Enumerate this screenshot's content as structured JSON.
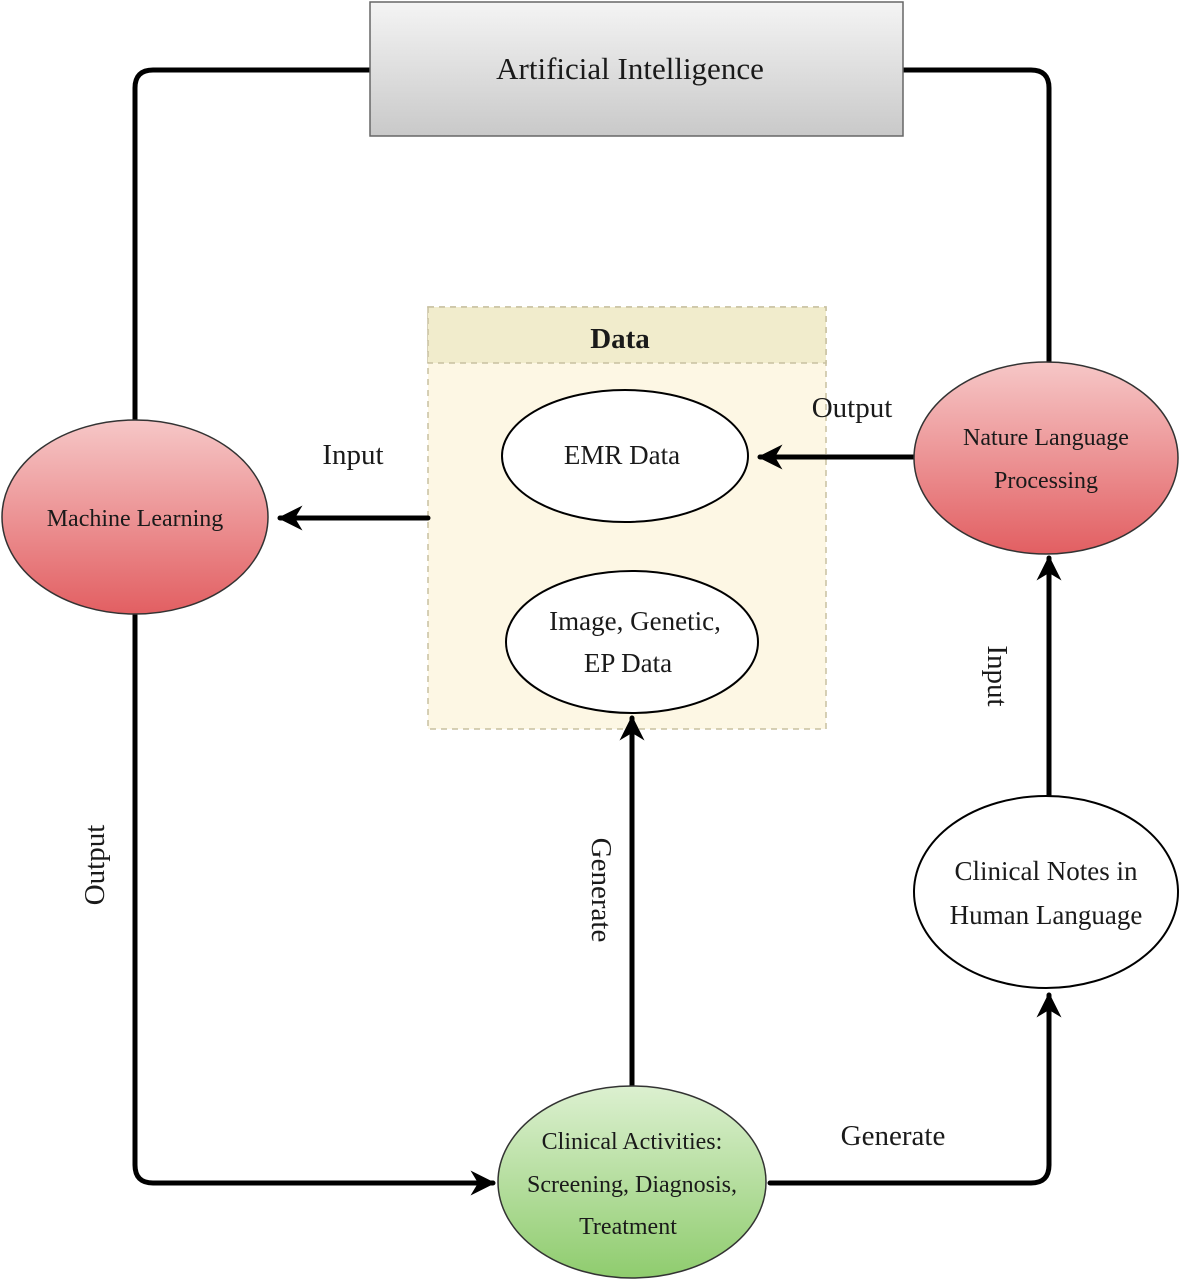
{
  "nodes": {
    "artificial_intelligence": "Artificial Intelligence",
    "machine_learning": "Machine Learning",
    "nlp": [
      "Nature Language",
      "Processing"
    ],
    "emr_data": "EMR Data",
    "image_data": [
      "Image, Genetic,",
      "EP Data"
    ],
    "clinical_notes": [
      "Clinical Notes in",
      "Human Language"
    ],
    "clinical_activities": [
      "Clinical Activities:",
      "Screening, Diagnosis,",
      "Treatment"
    ]
  },
  "group": {
    "title": "Data"
  },
  "edges": {
    "data_to_ml": "Input",
    "nlp_to_emr": "Output",
    "ml_to_activities": "Output",
    "activities_to_data": "Generate",
    "activities_to_notes": "Generate",
    "notes_to_nlp": "Input"
  },
  "colors": {
    "ml_fill": "#e98385",
    "nlp_fill": "#e98385",
    "activities_fill": "#a9d88e",
    "data_group_fill": "#fdf7e4",
    "ai_box_fill": "#d9d9d9"
  }
}
